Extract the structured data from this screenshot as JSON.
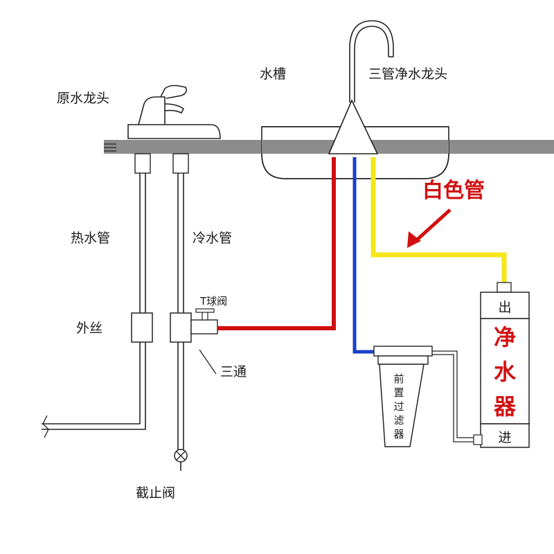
{
  "labels": {
    "original_faucet": "原水龙头",
    "sink": "水槽",
    "three_pipe_faucet": "三管净水龙头",
    "hot_pipe": "热水管",
    "cold_pipe": "冷水管",
    "t_ball_valve": "T球阀",
    "outer_thread": "外丝",
    "tee": "三通",
    "stop_valve": "截止阀",
    "white_pipe": "白色管",
    "pre_filter": [
      "前",
      "置",
      "过",
      "滤",
      "器"
    ],
    "purifier_out": "出",
    "purifier_in": "进",
    "purifier": [
      "净",
      "水",
      "器"
    ]
  },
  "colors": {
    "hot_line": "#d01010",
    "cold_line": "#1a3fc8",
    "pure_line": "#f5e61a",
    "counter": "#8c8c8c",
    "annotation": "#d01010"
  }
}
